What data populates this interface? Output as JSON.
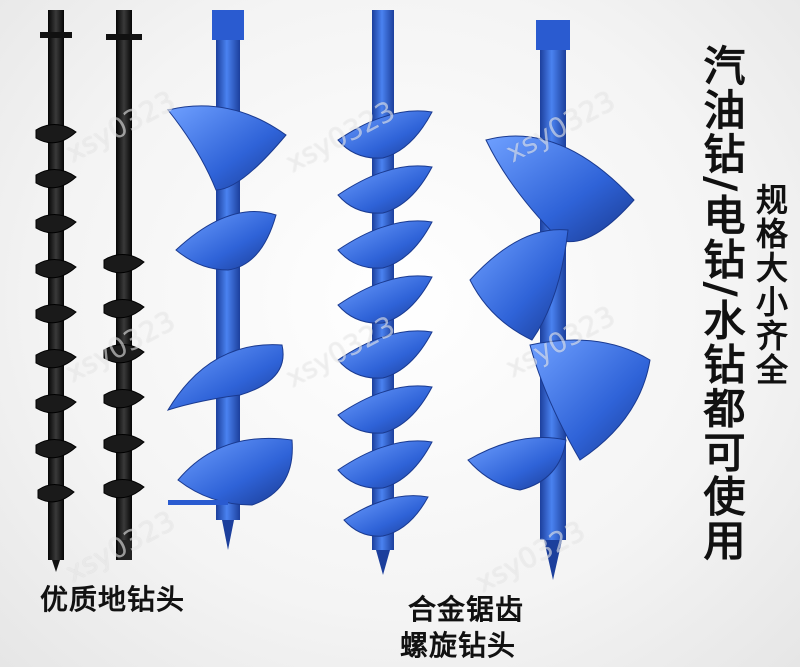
{
  "captions": {
    "left": "优质地钻头",
    "middle_line1": "合金锯齿",
    "middle_line2": "螺旋钻头"
  },
  "vertical_text": {
    "main": "汽油钻/电钻/水钻都可使用",
    "side": "规格大小齐全"
  },
  "watermark": "xsy0323",
  "colors": {
    "blue_auger": "#2f63d8",
    "blue_dark": "#1c3f9c",
    "black_auger": "#141414",
    "text": "#111111"
  }
}
